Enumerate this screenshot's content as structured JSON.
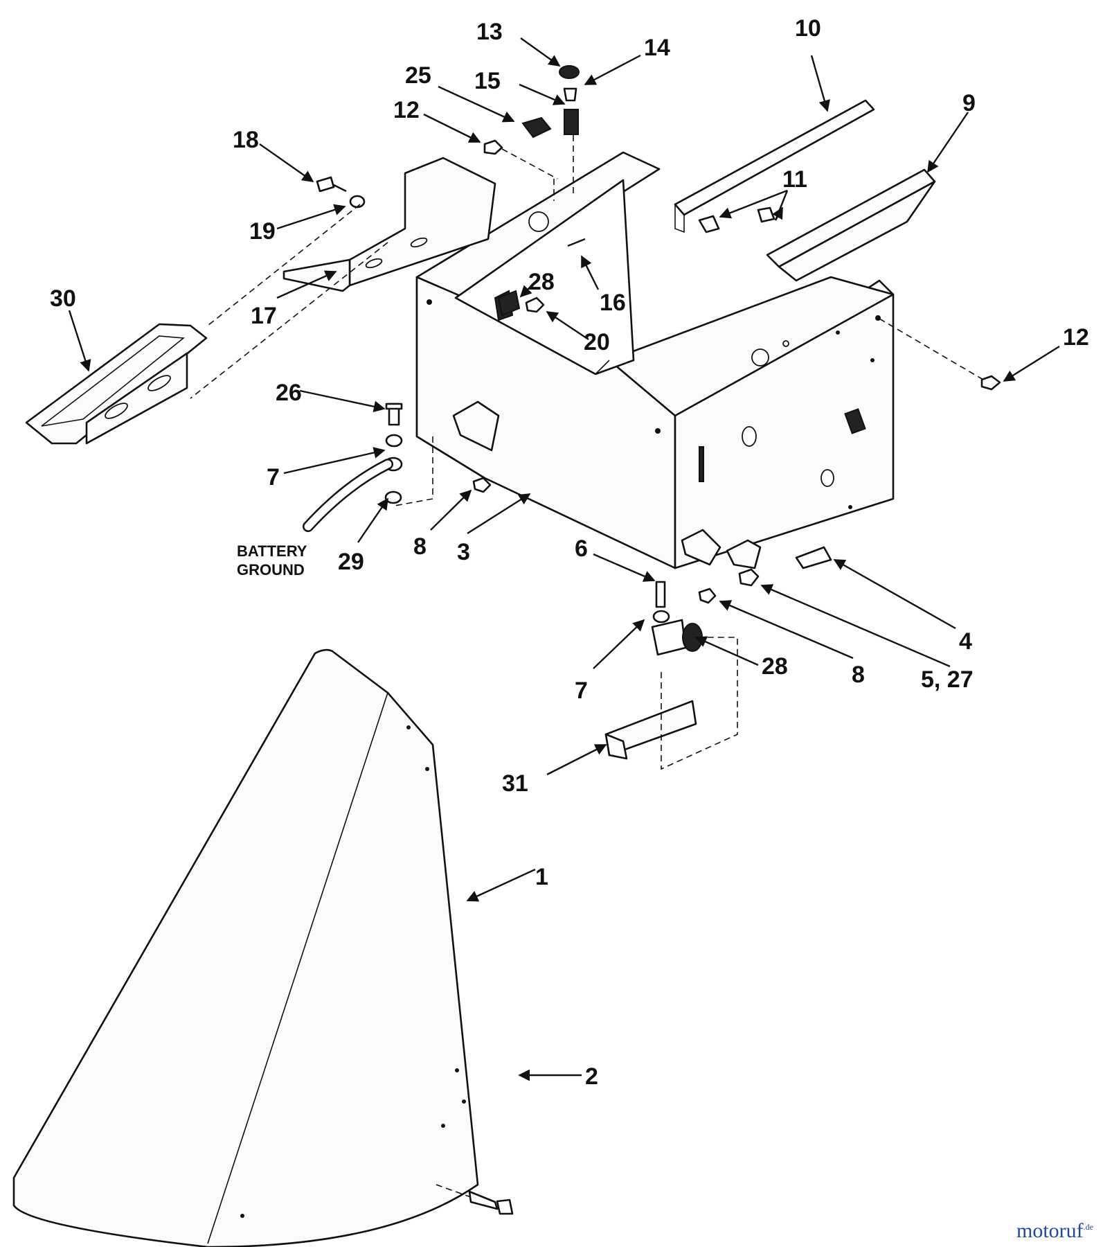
{
  "callouts": {
    "c1": "1",
    "c2": "2",
    "c3": "3",
    "c4": "4",
    "c5_27": "5, 27",
    "c6": "6",
    "c7a": "7",
    "c7b": "7",
    "c8a": "8",
    "c8b": "8",
    "c9": "9",
    "c10": "10",
    "c11": "11",
    "c12a": "12",
    "c12b": "12",
    "c13": "13",
    "c14": "14",
    "c15": "15",
    "c16": "16",
    "c17": "17",
    "c18": "18",
    "c19": "19",
    "c20": "20",
    "c25": "25",
    "c26": "26",
    "c28a": "28",
    "c28b": "28",
    "c29": "29",
    "c30": "30",
    "c31": "31"
  },
  "battery_ground": {
    "line1": "BATTERY",
    "line2": "GROUND"
  },
  "brand": {
    "name": "motoruf",
    "suffix": ".de",
    "color": "#1d4a9c"
  }
}
